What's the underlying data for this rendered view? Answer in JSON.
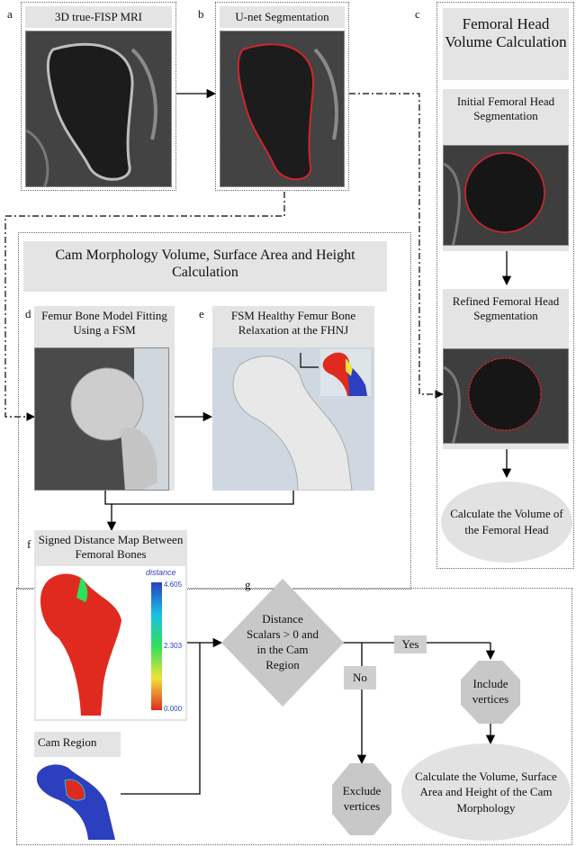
{
  "panels": {
    "a": {
      "letter": "a",
      "title": "3D true-FISP MRI"
    },
    "b": {
      "letter": "b",
      "title": "U-net Segmentation"
    },
    "c": {
      "letter": "c",
      "title": "Femoral Head Volume Calculation",
      "initial": "Initial Femoral Head Segmentation",
      "refined": "Refined Femoral Head Segmentation",
      "calc": "Calculate the Volume of the Femoral Head"
    },
    "cam": {
      "title": "Cam Morphology Volume, Surface Area and Height Calculation"
    },
    "d": {
      "letter": "d",
      "title": "Femur Bone Model Fitting Using a FSM"
    },
    "e": {
      "letter": "e",
      "title": "FSM Healthy Femur Bone Relaxation at the FHNJ"
    },
    "f": {
      "letter": "f",
      "title": "Signed Distance Map Between Femoral Bones",
      "legend_title": "distance",
      "legend_max": "4.605",
      "legend_mid": "2.303",
      "legend_min": "0.000"
    },
    "g": {
      "letter": "g",
      "decision": "Distance Scalars > 0 and in the Cam Region",
      "yes": "Yes",
      "no": "No",
      "include": "Include vertices",
      "exclude": "Exclude vertices",
      "cam_calc": "Calculate the Volume, Surface Area and Height of the Cam Morphology"
    },
    "cam_region": {
      "title": "Cam Region"
    }
  },
  "colors": {
    "box_gray": "#e4e4e4",
    "shape_gray": "#c8c8c8",
    "segmentation_red": "#d0262b",
    "bone_red": "#e02a20",
    "bone_blue": "#2b3fbf",
    "bone_gray": "#d9d9d9"
  }
}
